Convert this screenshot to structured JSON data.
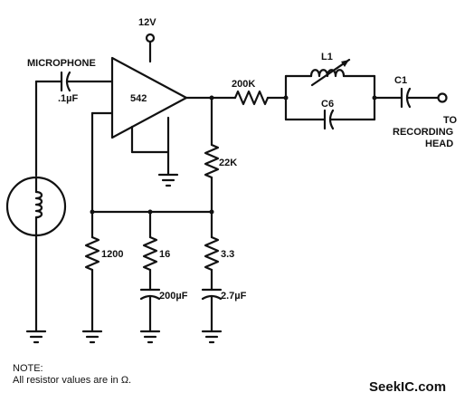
{
  "supply": {
    "label": "12V"
  },
  "microphone": {
    "label": "MICROPHONE",
    "cap": ".1µF"
  },
  "opamp": {
    "label": "542"
  },
  "resistors": {
    "r200k": "200K",
    "r22k": "22K",
    "r1200": "1200",
    "r16": "16",
    "r3_3": "3.3"
  },
  "capacitors": {
    "c200": "200µF",
    "c27": "2.7µF",
    "c6": "C6",
    "c1": "C1"
  },
  "inductor": {
    "label": "L1"
  },
  "output": {
    "line1": "TO",
    "line2": "RECORDING",
    "line3": "HEAD"
  },
  "note": {
    "title": "NOTE:",
    "text": "All resistor values are in Ω."
  },
  "watermark": {
    "text": "SeekIC.com"
  }
}
